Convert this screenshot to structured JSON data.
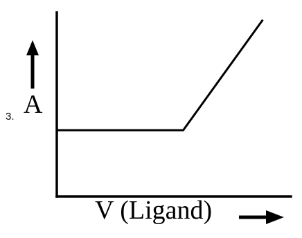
{
  "option_label": "3.",
  "chart_data": {
    "type": "line",
    "title": "",
    "xlabel": "V (Ligand)",
    "ylabel": "A",
    "grid": false,
    "legend": "none",
    "xlim": [
      0,
      1
    ],
    "ylim": [
      0,
      1
    ],
    "series": [
      {
        "x": [
          0,
          0.54,
          0.88
        ],
        "y": [
          0.36,
          0.36,
          0.96
        ]
      }
    ]
  },
  "colors": {
    "ink": "#000000",
    "background": "#ffffff"
  }
}
